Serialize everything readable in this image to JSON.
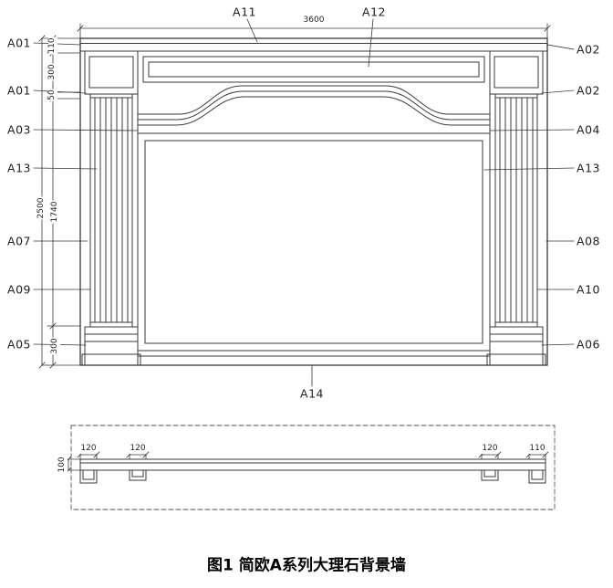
{
  "page": {
    "caption": "图1 简欧A系列大理石背景墙",
    "background": "#ffffff",
    "line_color": "#3a3a3a",
    "text_color": "#1f1f1f"
  },
  "elevation": {
    "labels": {
      "top": [
        "A11",
        "A12"
      ],
      "left": [
        "A01",
        "A01",
        "A03",
        "A13",
        "A07",
        "A09",
        "A05"
      ],
      "right": [
        "A02",
        "A02",
        "A04",
        "A13",
        "A08",
        "A10",
        "A06"
      ],
      "bottom": [
        "A14"
      ]
    },
    "dimensions": {
      "overall_width": "3600",
      "overall_height": "2500",
      "cornice_height": "110",
      "capital_height": "300",
      "neck_height": "50",
      "panel_height": "1740",
      "base_height": "300"
    }
  },
  "section": {
    "dimensions": {
      "left_block_1": "120",
      "left_block_2": "120",
      "right_block_1": "120",
      "right_block_2": "110",
      "thickness": "100"
    }
  }
}
